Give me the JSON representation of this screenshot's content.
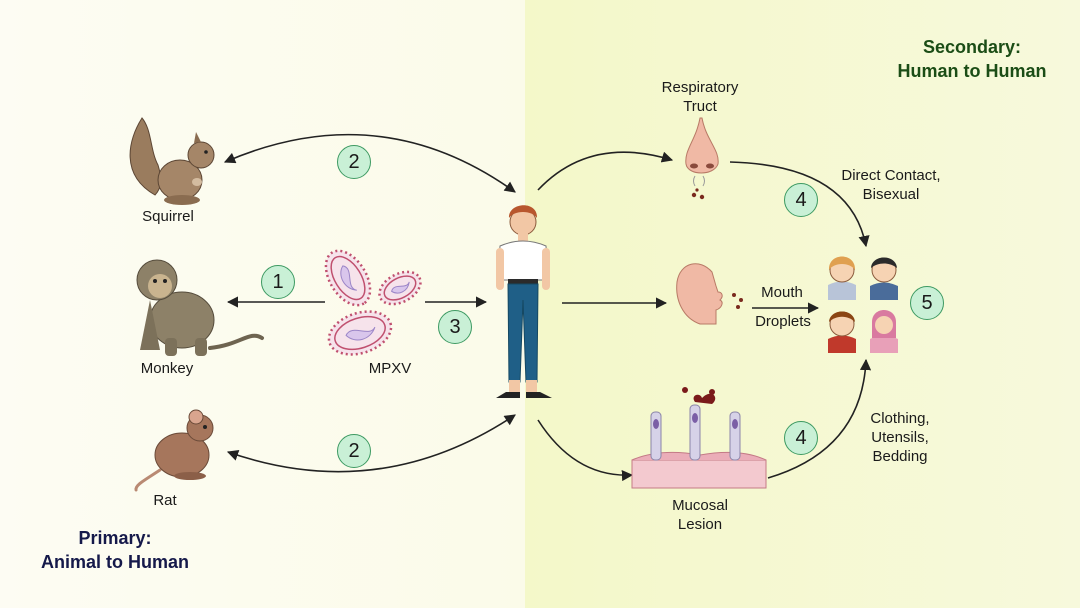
{
  "labels": {
    "squirrel": "Squirrel",
    "monkey": "Monkey",
    "rat": "Rat",
    "mpxv": "MPXV",
    "respiratory_line1": "Respiratory",
    "respiratory_line2": "Truct",
    "mouth": "Mouth",
    "droplets": "Droplets",
    "direct_line1": "Direct Contact,",
    "direct_line2": "Bisexual",
    "clothing_line1": "Clothing,",
    "clothing_line2": "Utensils,",
    "clothing_line3": "Bedding",
    "mucosal_line1": "Mucosal",
    "mucosal_line2": "Lesion"
  },
  "titles": {
    "primary_line1": "Primary:",
    "primary_line2": "Animal to Human",
    "secondary_line1": "Secondary:",
    "secondary_line2": "Human to Human"
  },
  "steps": {
    "one": "1",
    "two_top": "2",
    "two_bottom": "2",
    "three": "3",
    "four_top": "4",
    "four_bottom": "4",
    "five": "5"
  },
  "colors": {
    "primary_bg": "#fdfcef",
    "secondary_bg": "#f5f9cf",
    "primary_title": "#15194a",
    "secondary_title": "#1b4d16",
    "step_fill": "#c9f0d6",
    "step_border": "#3d9a62",
    "virus_outline": "#c0506f",
    "virus_inner": "#d9c6ec"
  },
  "icons": [
    "squirrel-icon",
    "monkey-icon",
    "rat-icon",
    "virus-icon",
    "person-icon",
    "nose-icon",
    "face-droplets-icon",
    "mucosal-lesion-icon",
    "people-group-icon"
  ]
}
